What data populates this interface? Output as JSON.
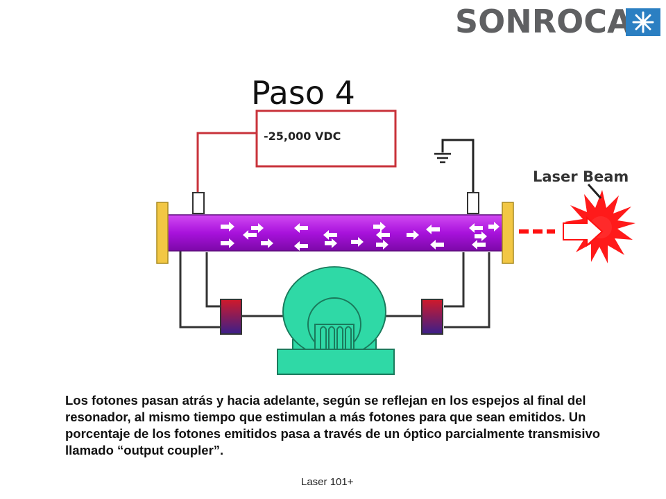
{
  "brand": {
    "logo_text": "SONROCA",
    "logo_mark_icon": "snowflake-star-icon",
    "text_color": "#5f6062",
    "mark_color": "#2b7fc2"
  },
  "slide": {
    "title": "Paso 4",
    "caption": "Los fotones pasan atrás y hacia adelante, según se reflejan en los espejos al final del resonador, al mismo tiempo que estimulan a más fotones para que sean emitidos. Un porcentaje de los fotones emitidos pasa a través de un óptico parcialmente transmisivo llamado “output coupler”.",
    "footer": "Laser 101+"
  },
  "diagram": {
    "voltage_label": "-25,000 VDC",
    "beam_label": "Laser Beam",
    "ground_icon": "ground-symbol-icon",
    "colors": {
      "tube": "#b015e0",
      "mirror": "#f2c744",
      "pump": "#2fd9a6",
      "hv_wire": "#d42a2a",
      "beam": "#ff1010"
    }
  }
}
